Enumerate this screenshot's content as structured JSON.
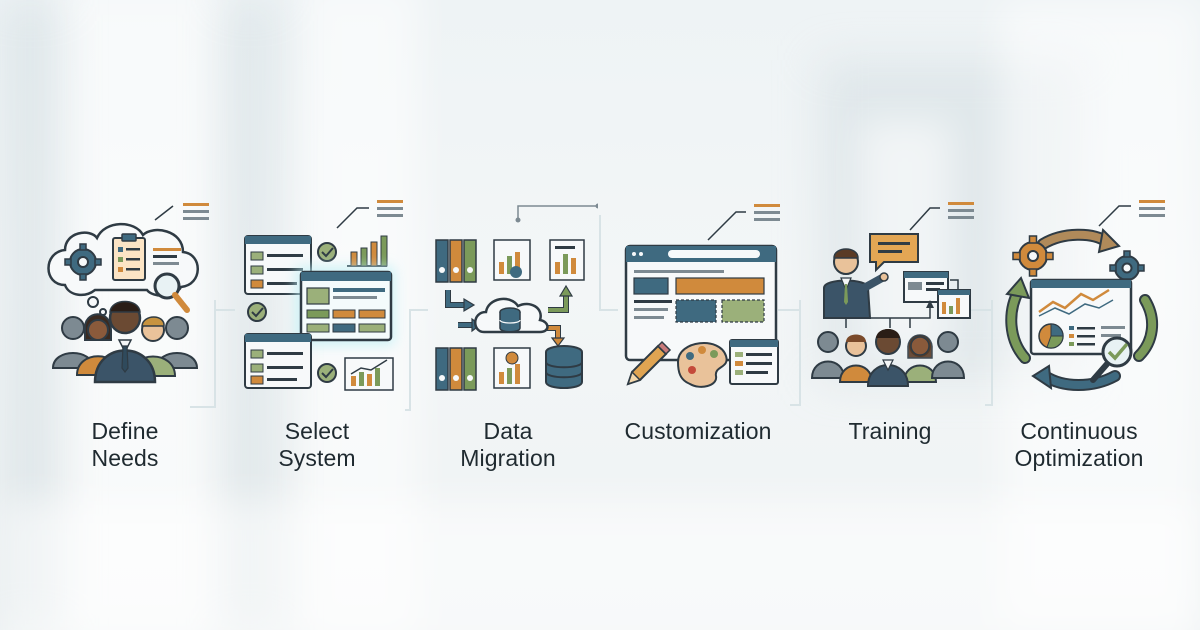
{
  "colors": {
    "outline": "#2f3b44",
    "teal": "#3f6a80",
    "orange": "#d08a3c",
    "green": "#7b9a5a",
    "gray": "#7d8a92",
    "skin_dark": "#6b4a33",
    "skin_light": "#e9c29a",
    "suit": "#3b5468",
    "glow": "#9fe3ec"
  },
  "steps": [
    {
      "line1": "Define",
      "line2": "Needs",
      "icon": "team-needs-analysis-icon"
    },
    {
      "line1": "Select",
      "line2": "System",
      "icon": "system-comparison-icon"
    },
    {
      "line1": "Data",
      "line2": "Migration",
      "icon": "data-migration-cloud-icon"
    },
    {
      "line1": "Customization",
      "line2": "",
      "icon": "browser-customization-icon"
    },
    {
      "line1": "Training",
      "line2": "",
      "icon": "presenter-training-icon"
    },
    {
      "line1": "Continuous",
      "line2": "Optimization",
      "icon": "optimization-cycle-icon"
    }
  ]
}
